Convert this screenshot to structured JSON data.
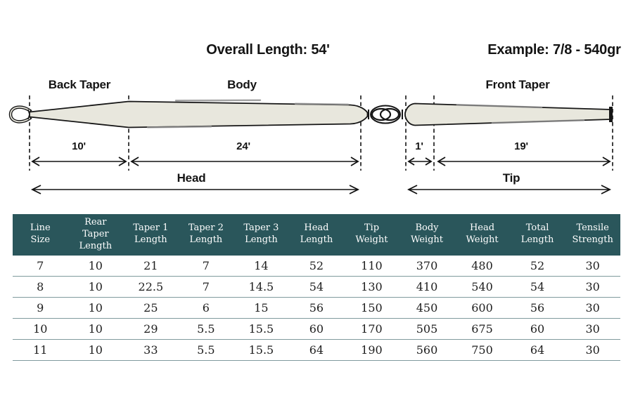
{
  "diagram": {
    "title": "Overall Length: 54'",
    "example": "Example: 7/8 - 540gr",
    "back_taper_label": "Back Taper",
    "body_label": "Body",
    "front_taper_label": "Front Taper",
    "dim_back_taper": "10'",
    "dim_body": "24'",
    "dim_tip_first": "1'",
    "dim_front_taper": "19'",
    "head_label": "Head",
    "tip_label": "Tip",
    "line_fill": "#e8e7dd",
    "line_stroke": "#161616"
  },
  "table": {
    "header_bg": "#2a565b",
    "header_text_color": "#ffffff",
    "separator_color": "#7f9a9d",
    "columns": [
      "Line\nSize",
      "Rear\nTaper\nLength",
      "Taper 1\nLength",
      "Taper 2\nLength",
      "Taper 3\nLength",
      "Head\nLength",
      "Tip\nWeight",
      "Body\nWeight",
      "Head\nWeight",
      "Total\nLength",
      "Tensile\nStrength"
    ],
    "rows": [
      [
        "7",
        "10",
        "21",
        "7",
        "14",
        "52",
        "110",
        "370",
        "480",
        "52",
        "30"
      ],
      [
        "8",
        "10",
        "22.5",
        "7",
        "14.5",
        "54",
        "130",
        "410",
        "540",
        "54",
        "30"
      ],
      [
        "9",
        "10",
        "25",
        "6",
        "15",
        "56",
        "150",
        "450",
        "600",
        "56",
        "30"
      ],
      [
        "10",
        "10",
        "29",
        "5.5",
        "15.5",
        "60",
        "170",
        "505",
        "675",
        "60",
        "30"
      ],
      [
        "11",
        "10",
        "33",
        "5.5",
        "15.5",
        "64",
        "190",
        "560",
        "750",
        "64",
        "30"
      ]
    ]
  }
}
